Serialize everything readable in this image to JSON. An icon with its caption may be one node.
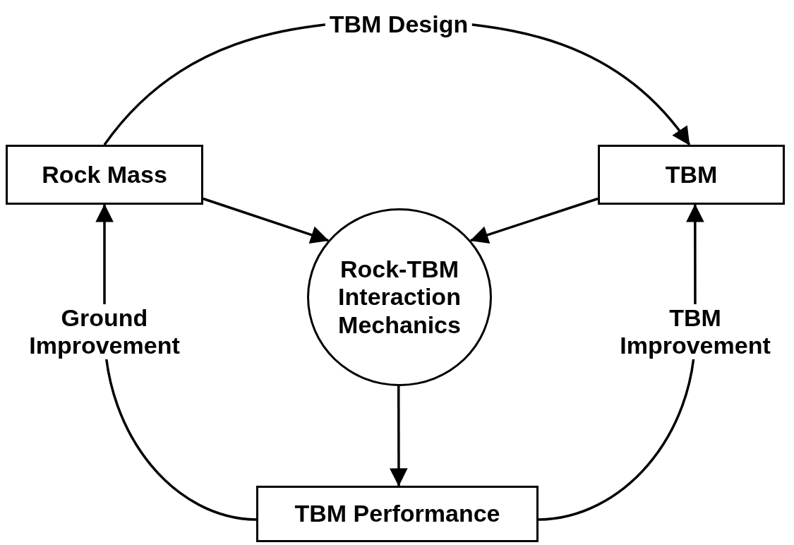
{
  "diagram": {
    "nodes": [
      {
        "text": [
          "Rock Mass"
        ]
      },
      {
        "text": [
          "TBM"
        ]
      },
      {
        "text": [
          "Rock-TBM Interaction Mechanics"
        ]
      },
      {
        "text": [
          "TBM Performance"
        ]
      }
    ],
    "edges": [
      {
        "from": 0,
        "to": 1,
        "arrow": "to",
        "label": "TBM Design"
      },
      {
        "from": 0,
        "to": 2,
        "arrow": "to"
      },
      {
        "from": 1,
        "to": 2,
        "arrow": "to"
      },
      {
        "from": 2,
        "to": 3,
        "arrow": "to"
      },
      {
        "from": 3,
        "to": 0,
        "arrow": "to",
        "label": "Ground Improvement"
      },
      {
        "from": 3,
        "to": 1,
        "arrow": "to",
        "label": "TBM Improvement"
      }
    ]
  }
}
